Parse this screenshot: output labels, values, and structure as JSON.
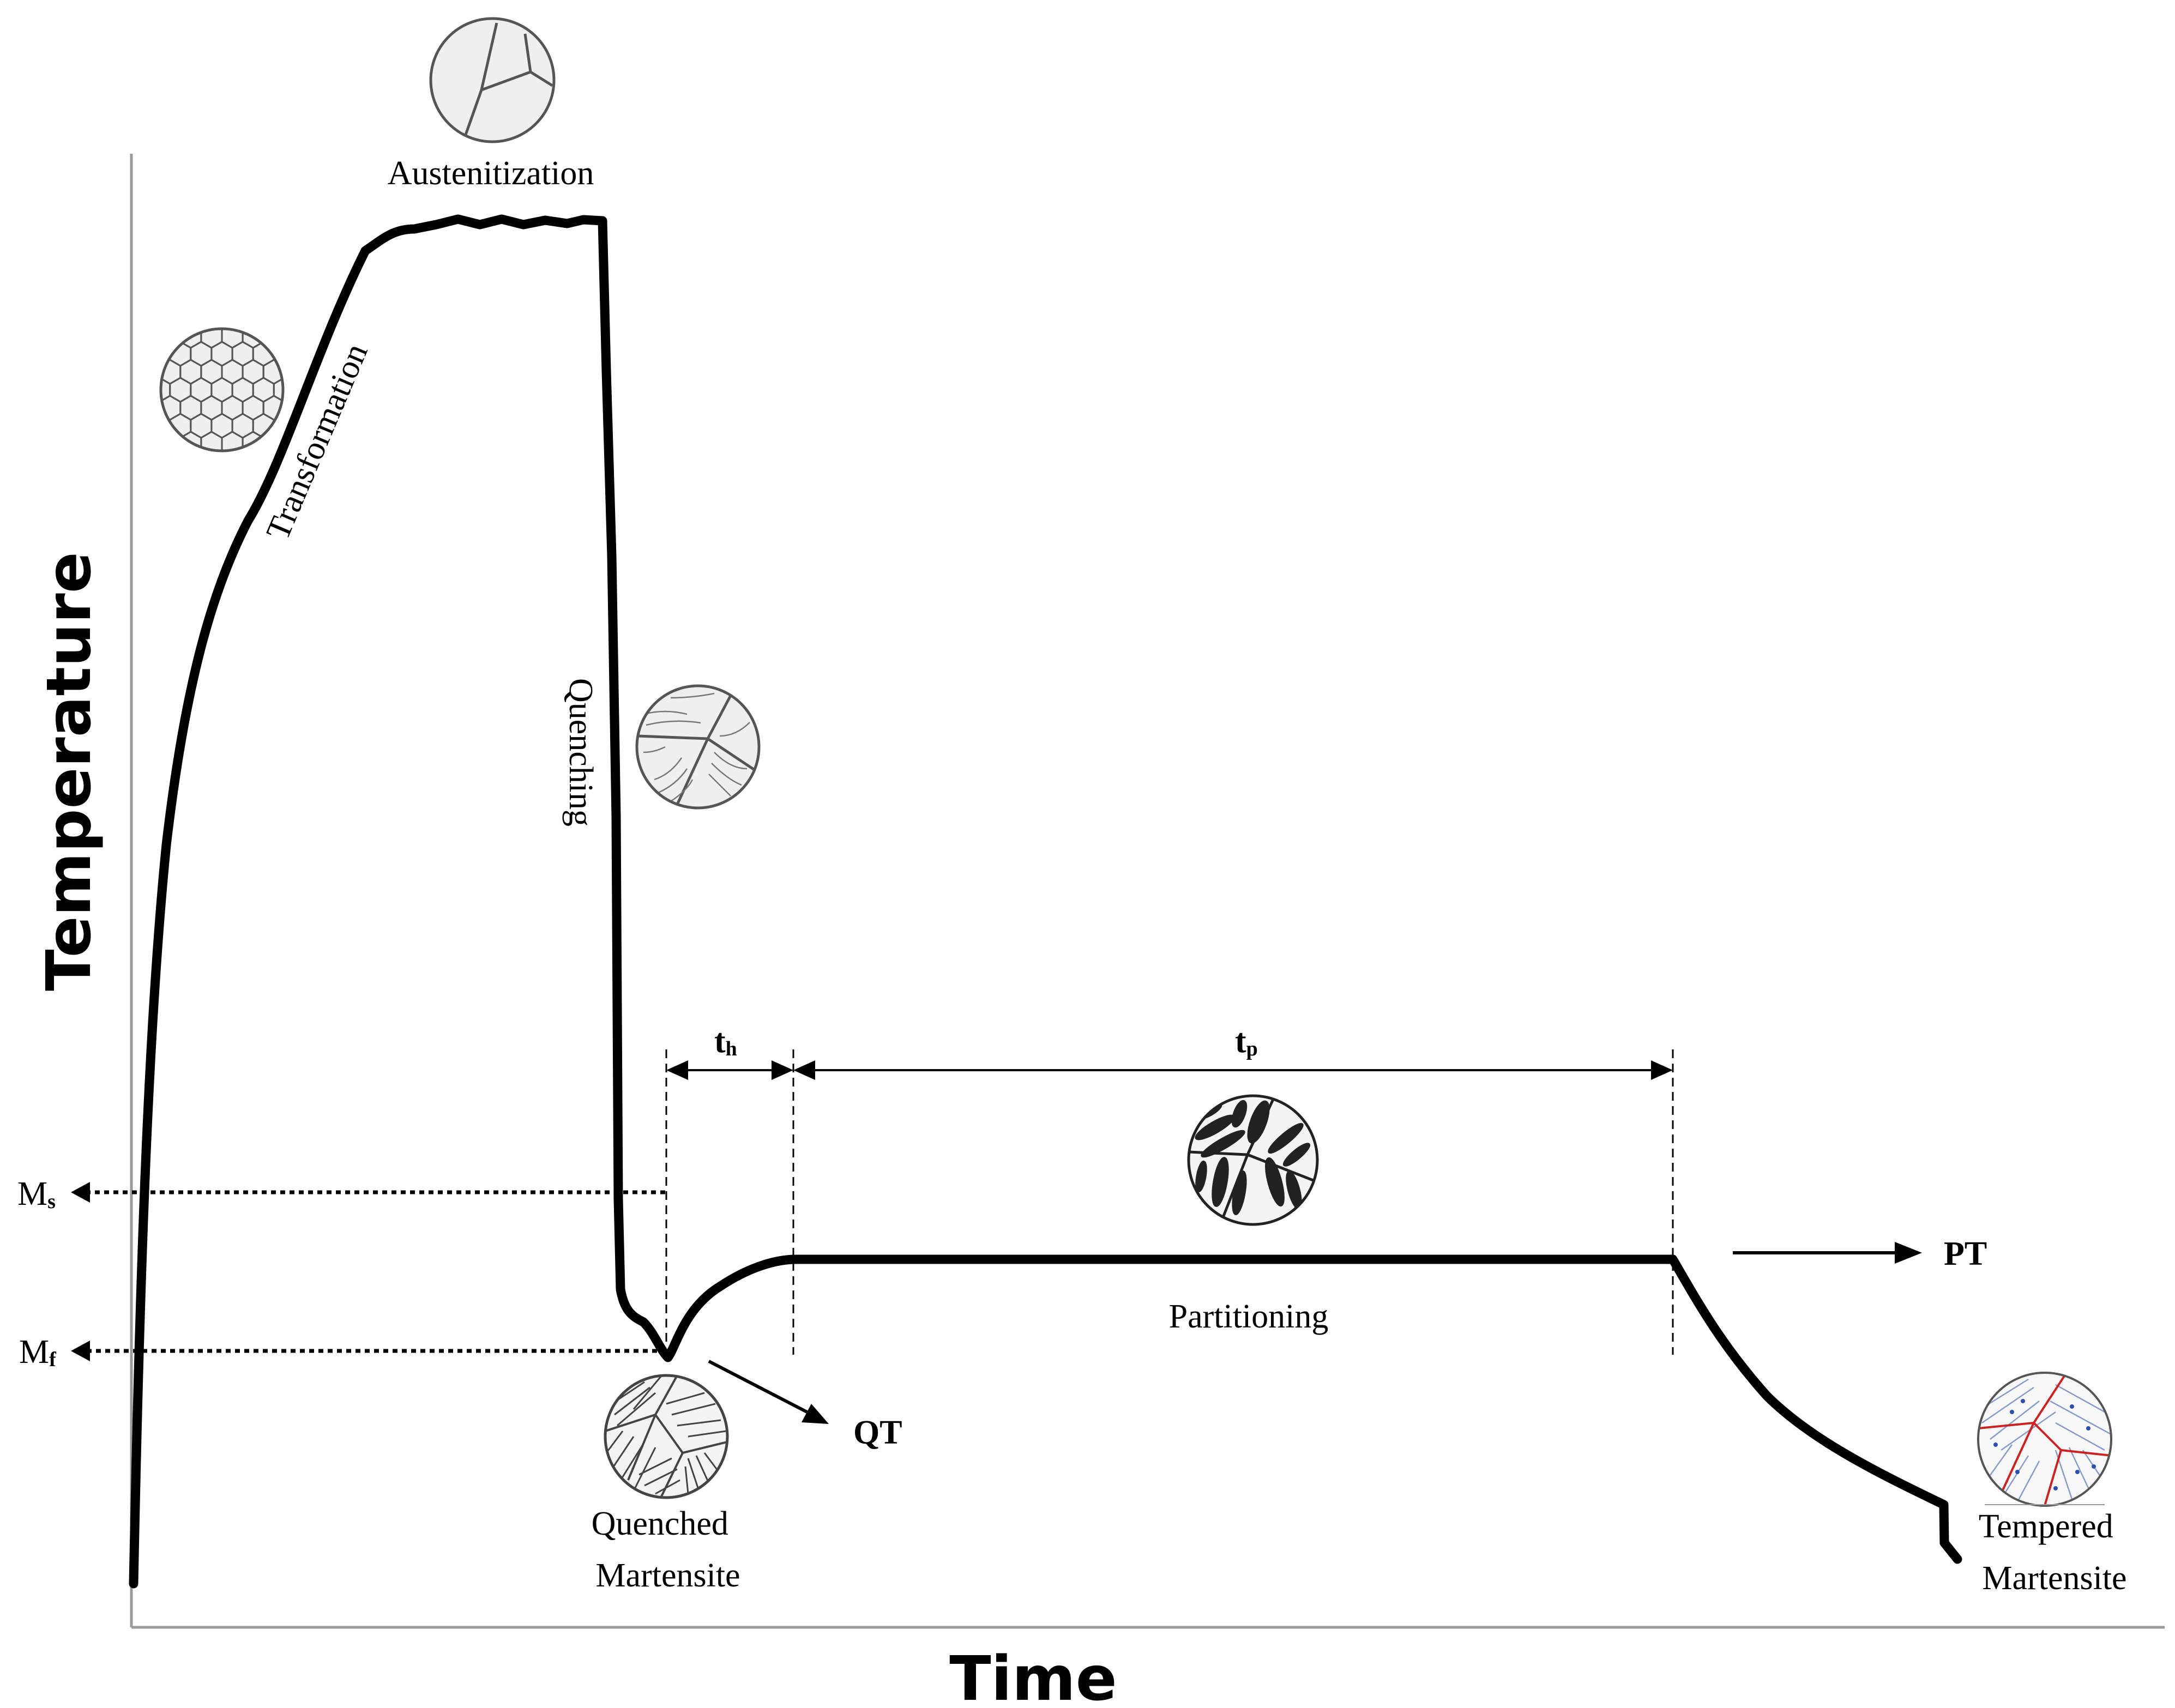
{
  "axes": {
    "x_label": "Time",
    "y_label": "Temperature"
  },
  "labels": {
    "austenitization": "Austenitization",
    "transformation": "Transformation",
    "quenching": "Quenching",
    "partitioning": "Partitioning",
    "quenched_line1": "Quenched",
    "quenched_line2": "Martensite",
    "tempered_line1": "Tempered",
    "tempered_line2": "Martensite",
    "qt": "QT",
    "pt": "PT"
  },
  "temperatures": {
    "ms": {
      "main": "M",
      "sub": "s"
    },
    "mf": {
      "main": "M",
      "sub": "f"
    }
  },
  "intervals": {
    "th": {
      "main": "t",
      "sub": "h"
    },
    "tp": {
      "main": "t",
      "sub": "p"
    }
  },
  "colors": {
    "curve": "#000000",
    "grain_fill": "#efefef",
    "grain_edge": "#555555",
    "tempered_boundary": "#cc2222",
    "tempered_carbide": "#2b4fb0"
  },
  "icons": [
    "austenite-grain-icon",
    "ferrite-grain-icon",
    "quenching-grain-icon",
    "quenched-martensite-icon",
    "partitioned-microstructure-icon",
    "tempered-martensite-icon"
  ]
}
